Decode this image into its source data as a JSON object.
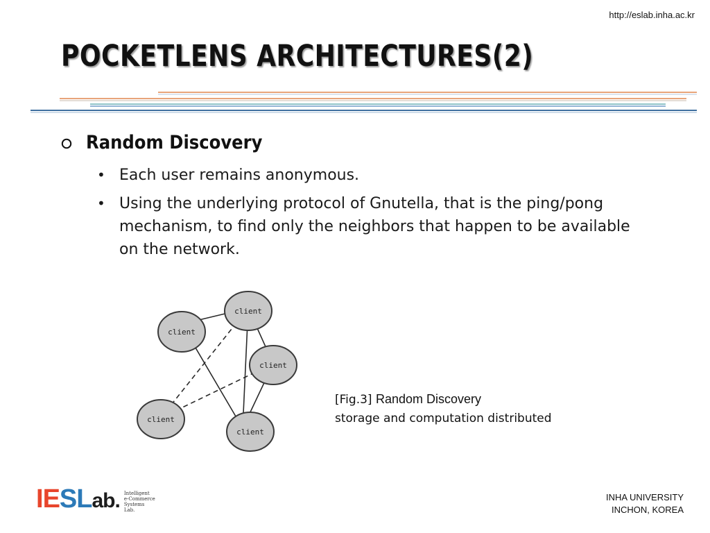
{
  "header": {
    "url": "http://eslab.inha.ac.kr"
  },
  "slide": {
    "title": "POCKETLENS ARCHITECTURES(2)",
    "section": "Random Discovery",
    "bullets": [
      "Each user remains anonymous.",
      "Using the underlying protocol of Gnutella, that is the ping/pong mechanism, to find only the neighbors that happen to be available on the network."
    ]
  },
  "diagram": {
    "node_label": "client",
    "node_fill": "#c8c8c8",
    "node_stroke": "#3a3a3a"
  },
  "caption": {
    "fig_label": "[Fig.3]",
    "fig_title": "Random Discovery",
    "subtitle": "storage and computation distributed"
  },
  "logo": {
    "letters": [
      "I",
      "E",
      "S",
      "L",
      "ab."
    ],
    "side_lines": [
      "Intelligent",
      "e-Commerce",
      "Systems",
      "Lab."
    ]
  },
  "footer": {
    "line1": "INHA UNIVERSITY",
    "line2": "INCHON, KOREA"
  },
  "colors": {
    "rule_orange": "#e8a47a",
    "rule_blue": "#6f9bc8",
    "rule_teal": "#8fc3c9",
    "rule_navy": "#3f6f9f"
  }
}
